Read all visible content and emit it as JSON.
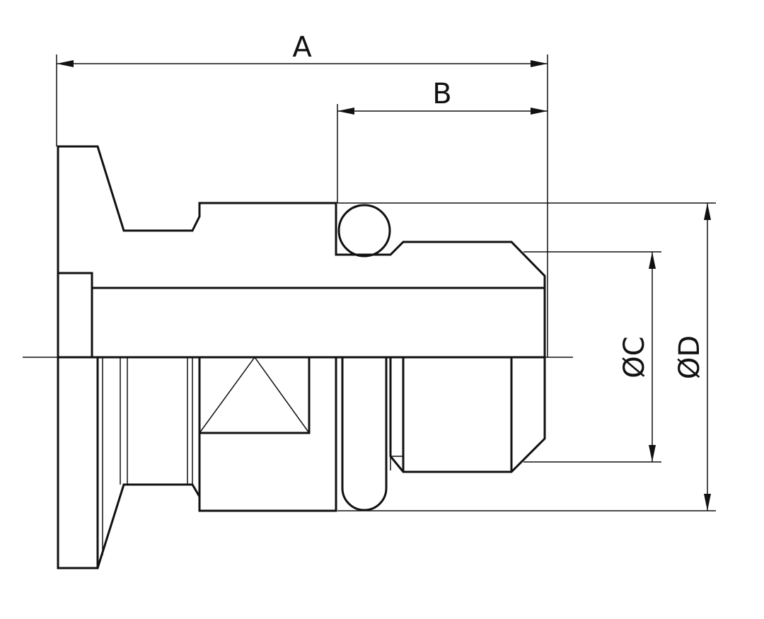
{
  "dimensions": {
    "a": "A",
    "b": "B",
    "c": "ØC",
    "d": "ØD"
  },
  "colors": {
    "line": "#111111",
    "background": "#ffffff"
  }
}
